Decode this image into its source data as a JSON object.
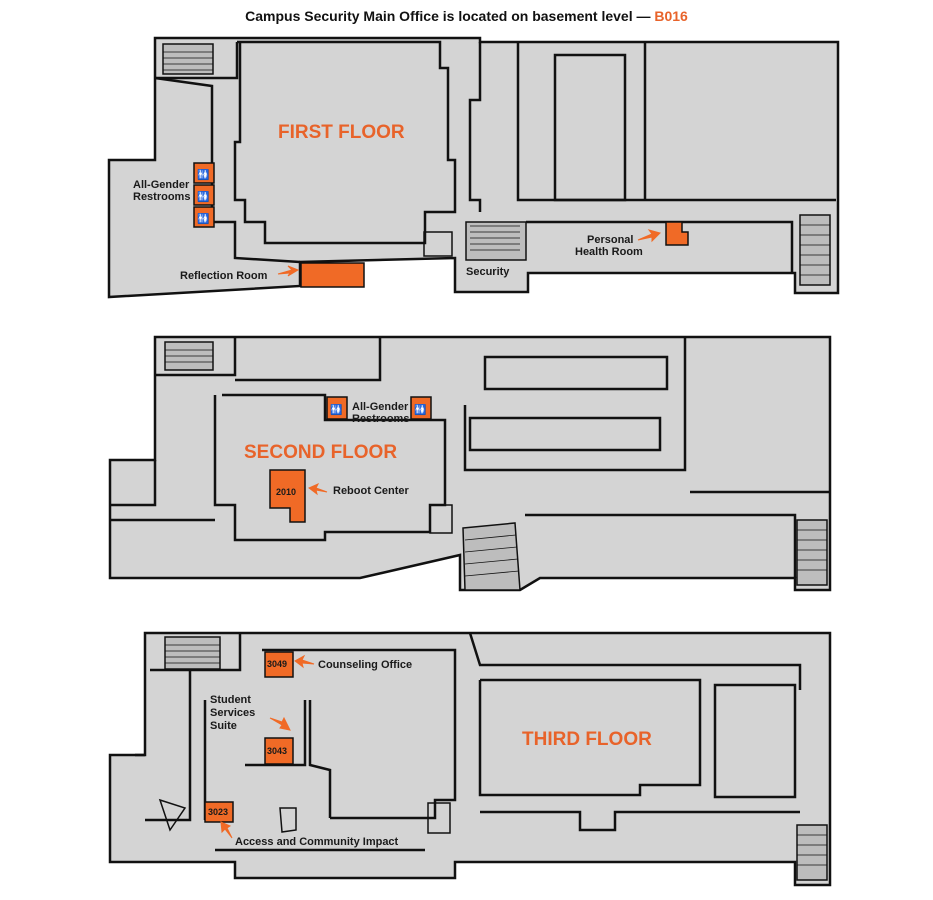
{
  "title": {
    "prefix": "Campus Security Main Office is located on basement level — ",
    "accent": "B016",
    "accent_color": "#e8632a"
  },
  "floors": {
    "first": {
      "name": "FIRST FLOOR",
      "labels": {
        "restrooms_line1": "All-Gender",
        "restrooms_line2": "Restrooms",
        "reflection": "Reflection Room",
        "security": "Security",
        "health_line1": "Personal",
        "health_line2": "Health Room"
      }
    },
    "second": {
      "name": "SECOND FLOOR",
      "labels": {
        "restrooms_line1": "All-Gender",
        "restrooms_line2": "Restrooms",
        "reboot": "Reboot Center",
        "reboot_room": "2010"
      }
    },
    "third": {
      "name": "THIRD FLOOR",
      "labels": {
        "counseling": "Counseling Office",
        "counseling_room": "3049",
        "suite_line1": "Student",
        "suite_line2": "Services",
        "suite_line3": "Suite",
        "suite_room": "3043",
        "access": "Access and Community Impact",
        "access_room": "3023"
      }
    }
  },
  "icons": {
    "restroom": "restroom-icon",
    "accessible": "wheelchair-icon",
    "arrow": "arrow-icon"
  }
}
